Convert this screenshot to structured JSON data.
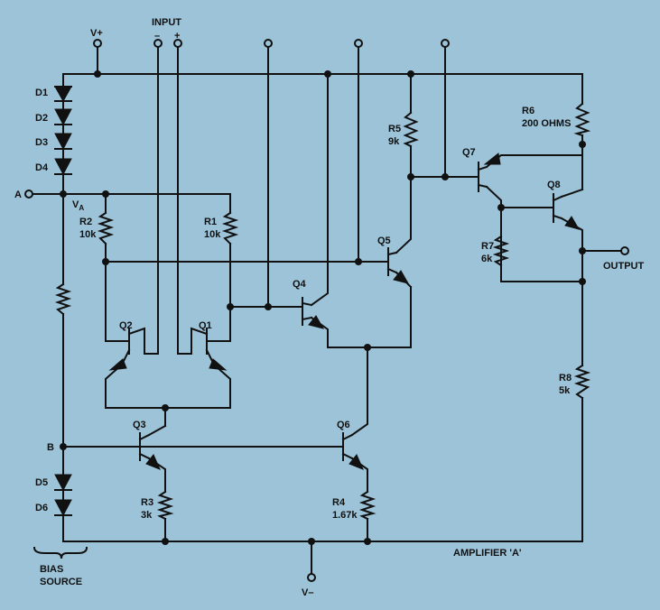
{
  "title": "AMPLIFIER 'A'",
  "terminals": {
    "vplus": "V+",
    "vminus": "V–",
    "input": "INPUT",
    "input_minus": "–",
    "input_plus": "+",
    "node_a": "A",
    "node_b": "B",
    "va": "V",
    "va_sub": "A",
    "output": "OUTPUT"
  },
  "bias_source": [
    "BIAS",
    "SOURCE"
  ],
  "diodes": [
    "D1",
    "D2",
    "D3",
    "D4",
    "D5",
    "D6"
  ],
  "transistors": [
    "Q1",
    "Q2",
    "Q3",
    "Q4",
    "Q5",
    "Q6",
    "Q7",
    "Q8"
  ],
  "resistors": {
    "r1": {
      "name": "R1",
      "value": "10k"
    },
    "r2": {
      "name": "R2",
      "value": "10k"
    },
    "r3": {
      "name": "R3",
      "value": "3k"
    },
    "r4": {
      "name": "R4",
      "value": "1.67k"
    },
    "r5": {
      "name": "R5",
      "value": "9k"
    },
    "r6": {
      "name": "R6",
      "value": "200 OHMS"
    },
    "r7": {
      "name": "R7",
      "value": "6k"
    },
    "r8": {
      "name": "R8",
      "value": "5k"
    }
  }
}
